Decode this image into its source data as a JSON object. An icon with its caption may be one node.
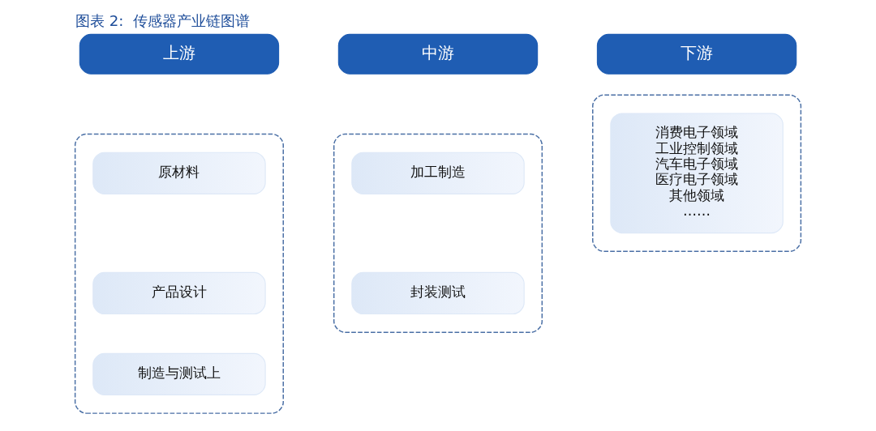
{
  "diagram": {
    "title": "图表 2:  传感器产业链图谱",
    "nodes": [
      {
        "text": [
          "上游"
        ]
      },
      {
        "text": [
          "中游"
        ]
      },
      {
        "text": [
          "下游"
        ]
      },
      {
        "text": [],
        "shape": "box"
      },
      {
        "text": [
          "原材料"
        ],
        "in": 3
      },
      {
        "text": [
          "产品设计"
        ],
        "in": 3
      },
      {
        "text": [
          "制造与测试上"
        ],
        "in": 3
      },
      {
        "text": [],
        "shape": "box"
      },
      {
        "text": [
          "加工制造"
        ],
        "in": 7
      },
      {
        "text": [
          "封装测试"
        ],
        "in": 7
      },
      {
        "text": [],
        "shape": "box"
      },
      {
        "text": [
          "消费电子领域",
          "工业控制领域",
          "汽车电子领域",
          "医疗电子领域",
          "其他领域",
          "……"
        ],
        "in": 10
      }
    ],
    "edges": []
  }
}
